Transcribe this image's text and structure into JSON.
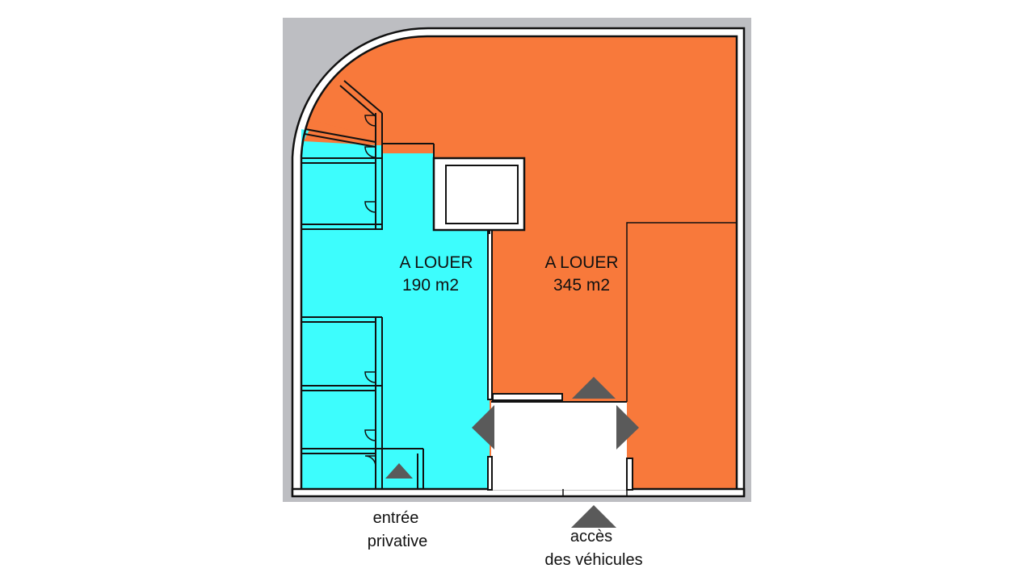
{
  "colors": {
    "background": "#bdbec2",
    "unit_left": "#3dfdfd",
    "unit_right": "#f8793b",
    "wall": "#111111",
    "open_area": "#ffffff",
    "arrow": "#5a5a5a"
  },
  "units": [
    {
      "title": "A LOUER",
      "area": "190 m2"
    },
    {
      "title": "A LOUER",
      "area": "345 m2"
    }
  ],
  "entrances": {
    "private": {
      "line1": "entrée",
      "line2": "privative",
      "icon": "triangle-up-icon"
    },
    "vehicles": {
      "line1": "accès",
      "line2": "des véhicules",
      "icon": "triangle-up-icon"
    }
  },
  "arrows": [
    {
      "direction": "up",
      "icon": "triangle-up-icon"
    },
    {
      "direction": "left",
      "icon": "triangle-left-icon"
    },
    {
      "direction": "right",
      "icon": "triangle-right-icon"
    }
  ]
}
